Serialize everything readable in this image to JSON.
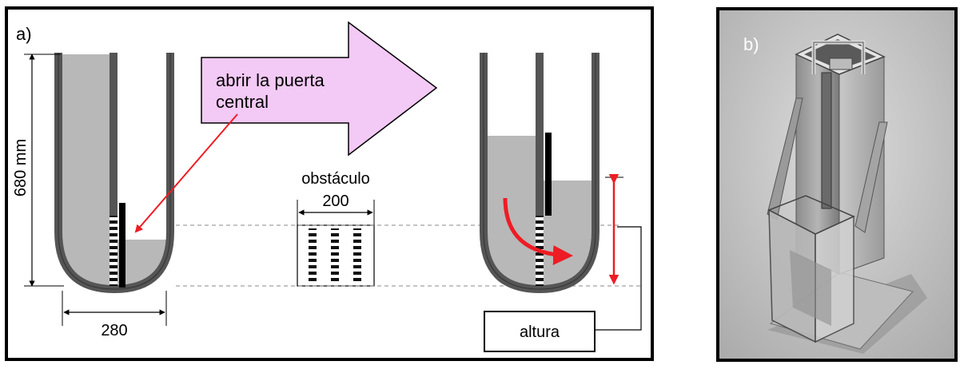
{
  "panel_a": {
    "label": "a)",
    "arrow_text_line1": "abrir la puerta",
    "arrow_text_line2": "central",
    "height_dim": "680 mm",
    "width_dim": "280",
    "obstacle_label": "obstáculo",
    "obstacle_width": "200",
    "height_box": "altura",
    "colors": {
      "water": "#b8b8b8",
      "wall": "#555555",
      "arrow_fill": "#f3c9f5",
      "red": "#ee1c24",
      "gate": "#000000"
    }
  },
  "panel_b": {
    "label": "b)"
  }
}
